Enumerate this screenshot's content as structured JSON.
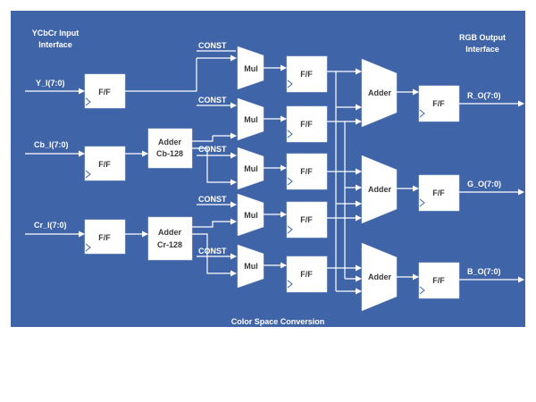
{
  "diagram": {
    "title": "Color Space Conversion",
    "input_interface": [
      "YCbCr Input",
      "Interface"
    ],
    "output_interface": [
      "RGB Output",
      "Interface"
    ],
    "inputs": [
      "Y_I(7:0)",
      "Cb_I(7:0)",
      "Cr_I(7:0)"
    ],
    "outputs": [
      "R_O(7:0)",
      "G_O(7:0)",
      "B_O(7:0)"
    ],
    "ff_label": "F/F",
    "mul_label": "Mul",
    "adder_label": "Adder",
    "const_label": "CONST",
    "cb_adder": [
      "Adder",
      "Cb-128"
    ],
    "cr_adder": [
      "Adder",
      "Cr-128"
    ]
  },
  "colors": {
    "background": "#3f64a8",
    "blocks": "#ffffff",
    "wires": "#ffffff"
  }
}
